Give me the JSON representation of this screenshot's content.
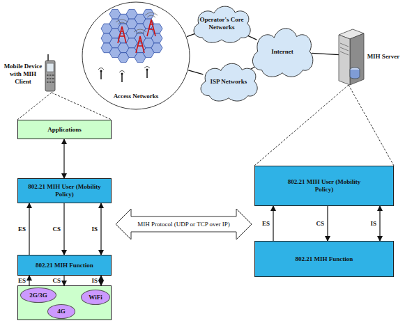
{
  "diagram": {
    "nodes": [
      {
        "text": [
          "Operator's Core Networks"
        ]
      },
      {
        "text": [
          "Mobile Device with MIH Client"
        ]
      },
      {
        "text": [
          "Access Networks"
        ]
      },
      {
        "text": [
          "Internet"
        ]
      },
      {
        "text": [
          "MIH Server"
        ]
      },
      {
        "text": [
          "ISP Networks"
        ]
      },
      {
        "text": [
          "Applications"
        ]
      },
      {
        "text": [
          "802.21 MIH User (Mobility Policy)"
        ]
      },
      {
        "text": [
          "802.21 MIH User (Mobility Policy)"
        ]
      },
      {
        "text": [
          "802.21 MIH Function"
        ]
      },
      {
        "text": [
          "802.21 MIH Function"
        ]
      },
      {
        "text": []
      },
      {
        "text": [
          "2G/3G"
        ],
        "in": 11
      },
      {
        "text": [
          "WiFi"
        ],
        "in": 11
      },
      {
        "text": [
          "4G"
        ],
        "in": 11
      }
    ],
    "edges": [
      {
        "from": 2,
        "to": 0,
        "arrow": "none"
      },
      {
        "from": 2,
        "to": 5,
        "arrow": "none"
      },
      {
        "from": 0,
        "to": 3,
        "arrow": "none"
      },
      {
        "from": 5,
        "to": 3,
        "arrow": "none"
      },
      {
        "from": 3,
        "to": 4,
        "arrow": "none"
      },
      {
        "from": 6,
        "to": 7,
        "arrow": "both"
      },
      {
        "from": 9,
        "to": 7,
        "arrow": "to",
        "label": "ES"
      },
      {
        "from": 7,
        "to": 9,
        "arrow": "to",
        "label": "CS"
      },
      {
        "from": 7,
        "to": 9,
        "arrow": "both",
        "label": "IS"
      },
      {
        "from": 11,
        "to": 9,
        "arrow": "to",
        "label": "ES"
      },
      {
        "from": 9,
        "to": 11,
        "arrow": "to",
        "label": "CS"
      },
      {
        "from": 9,
        "to": 11,
        "arrow": "both",
        "label": "IS"
      },
      {
        "from": 10,
        "to": 8,
        "arrow": "to",
        "label": "ES"
      },
      {
        "from": 8,
        "to": 10,
        "arrow": "to",
        "label": "CS"
      },
      {
        "from": 8,
        "to": 10,
        "arrow": "both",
        "label": "IS"
      },
      {
        "from": 7,
        "to": 8,
        "arrow": "both",
        "label": "MIH Protocol (UDP or TCP over IP)"
      }
    ]
  }
}
